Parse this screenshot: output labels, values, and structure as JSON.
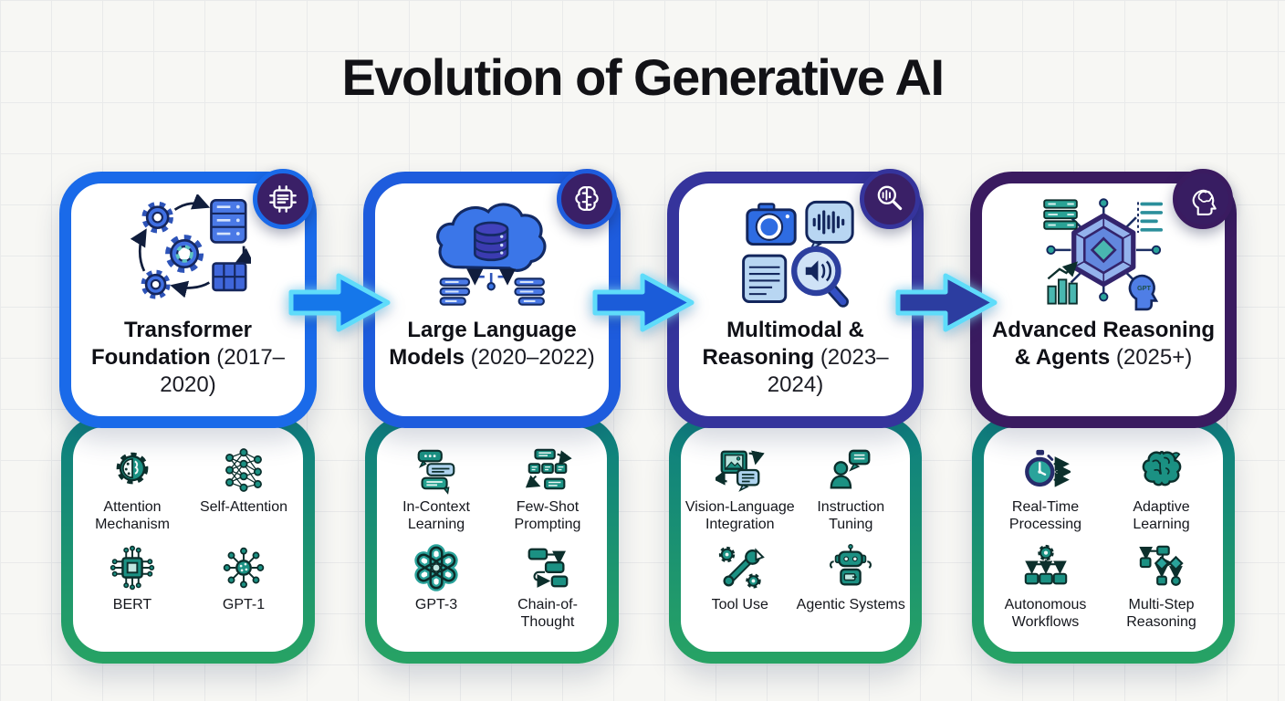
{
  "title": "Evolution of Generative AI",
  "colors": {
    "background": "#f7f7f4",
    "title_color": "#121216",
    "stage_accents": [
      "#1a6ae9",
      "#1e5cdd",
      "#35349c",
      "#3a1b60"
    ],
    "bottom_panel_gradient_top": "#0d7e80",
    "bottom_panel_gradient_bottom": "#27a364",
    "badge_fill": "#3a2067",
    "arrow_fills": [
      "#1577ea",
      "#1b5cd9",
      "#2c3da0"
    ],
    "arrow_neon_outline": "#5fdcfa",
    "feature_icon_teal": "#1b9183",
    "feature_icon_ink": "#0c2f2c"
  },
  "stages": [
    {
      "name": "Transformer Foundation",
      "years": "(2017–2020)",
      "badge_icon": "chip-document-icon",
      "main_icon": "gears-process-illustration",
      "features": [
        {
          "label": "Attention Mechanism",
          "icon": "gear-brain-icon"
        },
        {
          "label": "Self-Attention",
          "icon": "neural-network-icon"
        },
        {
          "label": "BERT",
          "icon": "microchip-icon"
        },
        {
          "label": "GPT-1",
          "icon": "radial-network-icon"
        }
      ]
    },
    {
      "name": "Large Language Models",
      "years": "(2020–2022)",
      "badge_icon": "brain-icon",
      "main_icon": "cloud-database-illustration",
      "features": [
        {
          "label": "In-Context Learning",
          "icon": "chat-bubbles-icon"
        },
        {
          "label": "Few-Shot Prompting",
          "icon": "prompt-blocks-icon"
        },
        {
          "label": "GPT-3",
          "icon": "openai-logo-icon"
        },
        {
          "label": "Chain-of-Thought",
          "icon": "flowchart-chain-icon"
        }
      ]
    },
    {
      "name": "Multimodal & Reasoning",
      "years": "(2023–2024)",
      "badge_icon": "magnifier-waveform-icon",
      "main_icon": "multimodal-media-illustration",
      "features": [
        {
          "label": "Vision-Language Integration",
          "icon": "image-chat-icon"
        },
        {
          "label": "Instruction Tuning",
          "icon": "person-chat-icon"
        },
        {
          "label": "Tool Use",
          "icon": "wrench-gears-icon"
        },
        {
          "label": "Agentic Systems",
          "icon": "robot-icon"
        }
      ]
    },
    {
      "name": "Advanced Reasoning & Agents",
      "years": "(2025+)",
      "badge_icon": "head-brain-icon",
      "main_icon": "hex-network-illustration",
      "features": [
        {
          "label": "Real-Time Processing",
          "icon": "stopwatch-speed-icon"
        },
        {
          "label": "Adaptive Learning",
          "icon": "brain-icon"
        },
        {
          "label": "Autonomous Workflows",
          "icon": "gear-workflow-icon"
        },
        {
          "label": "Multi-Step Reasoning",
          "icon": "decision-flow-icon"
        }
      ]
    }
  ]
}
